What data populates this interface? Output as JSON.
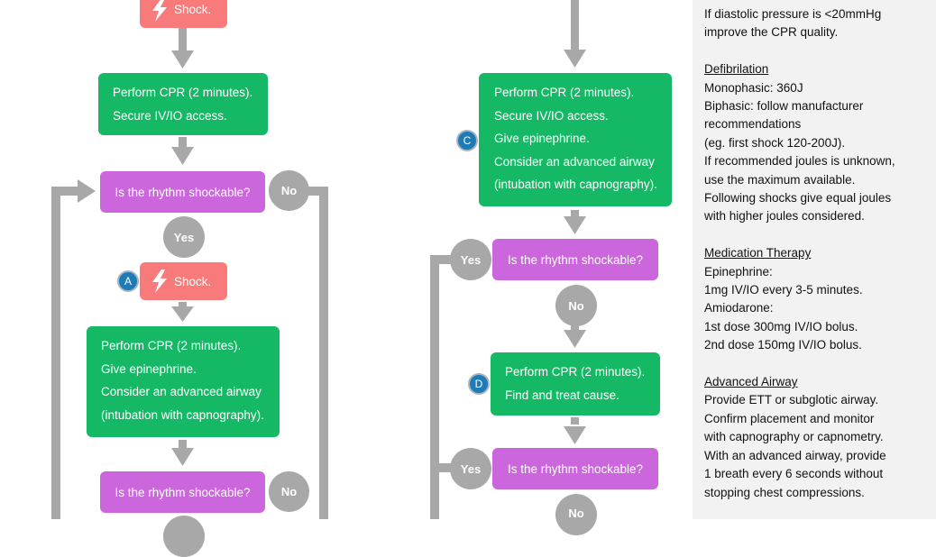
{
  "colors": {
    "green": "#14b865",
    "purple": "#cc66dd",
    "shock": "#f97a7a",
    "connector": "#a8a8a8",
    "badge": "#1f7ab8"
  },
  "left_column": {
    "shock_top_label": "Shock.",
    "cpr1": [
      "Perform CPR (2 minutes).",
      "Secure IV/IO access."
    ],
    "question1": "Is the rhythm shockable?",
    "no1": "No",
    "yes1": "Yes",
    "badge_a": "A",
    "shock_mid_label": "Shock.",
    "cpr2": [
      "Perform CPR (2 minutes).",
      "Give epinephrine.",
      "Consider an advanced airway",
      "(intubation with capnography)."
    ],
    "question2": "Is the rhythm shockable?",
    "no2": "No"
  },
  "middle_column": {
    "badge_c": "C",
    "cpr1": [
      "Perform CPR (2 minutes).",
      "Secure IV/IO access.",
      "Give epinephrine.",
      "Consider an advanced airway",
      "(intubation with capnography)."
    ],
    "yes1": "Yes",
    "question1": "Is the rhythm shockable?",
    "no1": "No",
    "badge_d": "D",
    "cpr2": [
      "Perform CPR (2 minutes).",
      "Find and treat cause."
    ],
    "yes2": "Yes",
    "question2": "Is the rhythm shockable?",
    "no2": "No"
  },
  "sidebar": {
    "intro": [
      "If diastolic pressure is <20mmHg",
      "improve the CPR quality."
    ],
    "defib_heading": "Defibrilation",
    "defib_lines": [
      "Monophasic: 360J",
      "Biphasic: follow manufacturer",
      "recommendations",
      "(eg. first shock 120-200J).",
      "If recommended joules is unknown,",
      "use the maximum available.",
      "Following shocks give equal joules",
      "with higher joules considered."
    ],
    "med_heading": "Medication Therapy",
    "med_lines": [
      "Epinephrine:",
      "1mg IV/IO every 3-5 minutes.",
      "Amiodarone:",
      "1st dose 300mg IV/IO bolus.",
      "2nd dose 150mg IV/IO bolus."
    ],
    "airway_heading": "Advanced Airway",
    "airway_lines": [
      "Provide ETT or subglotic airway.",
      "Confirm placement and monitor",
      "with capnography or capnometry.",
      "With an advanced airway, provide",
      "1 breath every 6 seconds without",
      "stopping chest compressions."
    ]
  }
}
